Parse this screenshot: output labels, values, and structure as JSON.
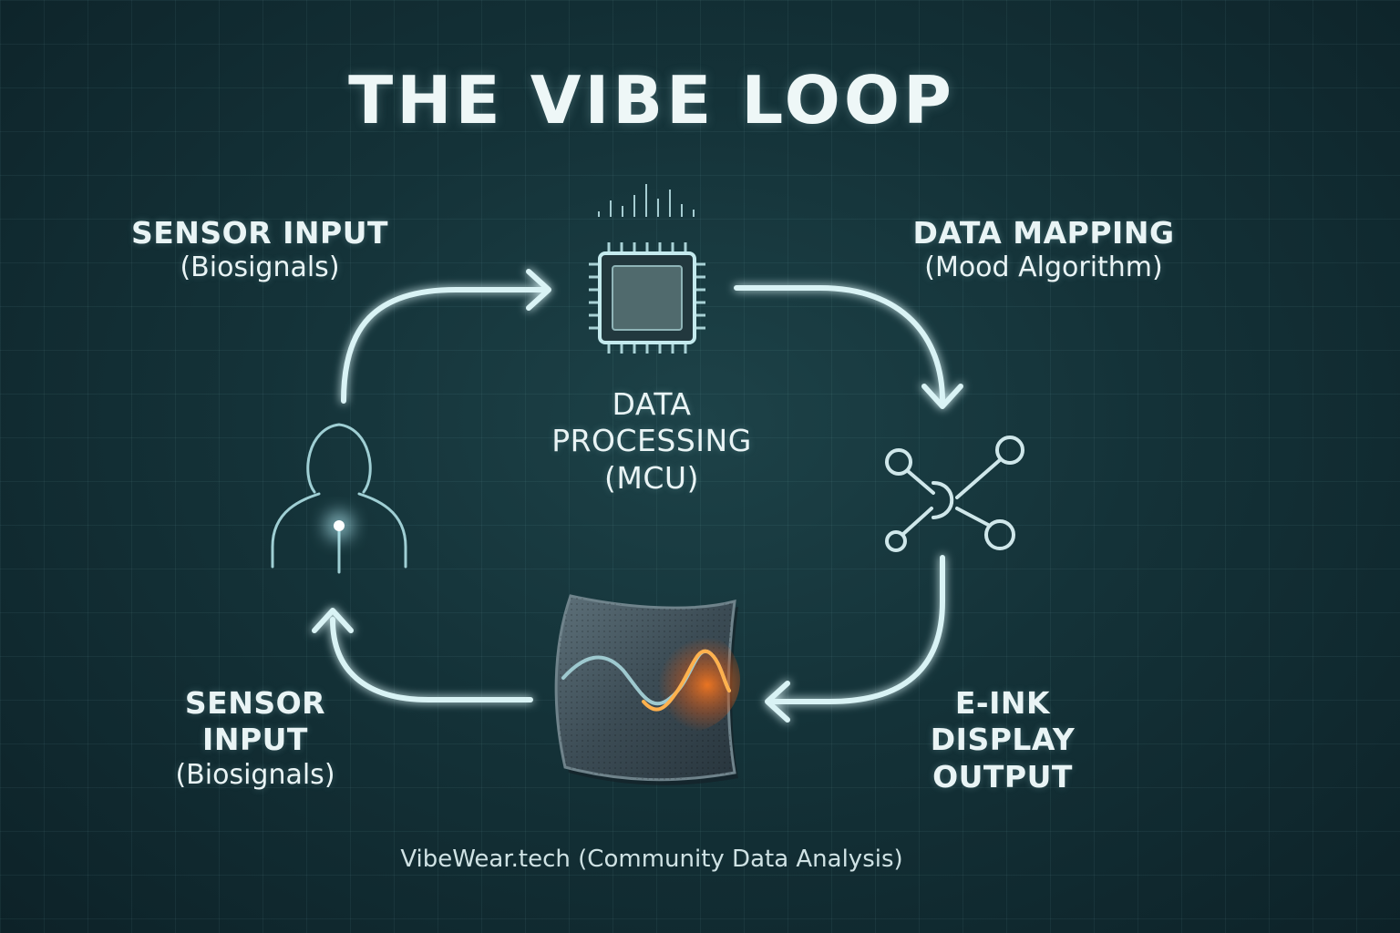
{
  "title": "THE VIBE LOOP",
  "nodes": {
    "sensor_input_top": {
      "title": "SENSOR INPUT",
      "subtitle": "(Biosignals)"
    },
    "data_processing": {
      "title_line1": "DATA",
      "title_line2": "PROCESSING",
      "subtitle": "(MCU)"
    },
    "data_mapping": {
      "title": "DATA MAPPING",
      "subtitle": "(Mood Algorithm)"
    },
    "eink_output": {
      "line1": "E-INK",
      "line2": "DISPLAY",
      "line3": "OUTPUT"
    },
    "sensor_input_bottom": {
      "line1": "SENSOR",
      "line2": "INPUT",
      "subtitle": "(Biosignals)"
    }
  },
  "icons": {
    "person": "person-icon",
    "chip": "microchip-icon",
    "network": "network-nodes-icon",
    "display": "eink-display-icon"
  },
  "footer": "VibeWear.tech (Community Data Analysis)",
  "colors": {
    "background": "#143238",
    "glow": "#bff0f4",
    "wave_hot": "#ff8a2a"
  }
}
